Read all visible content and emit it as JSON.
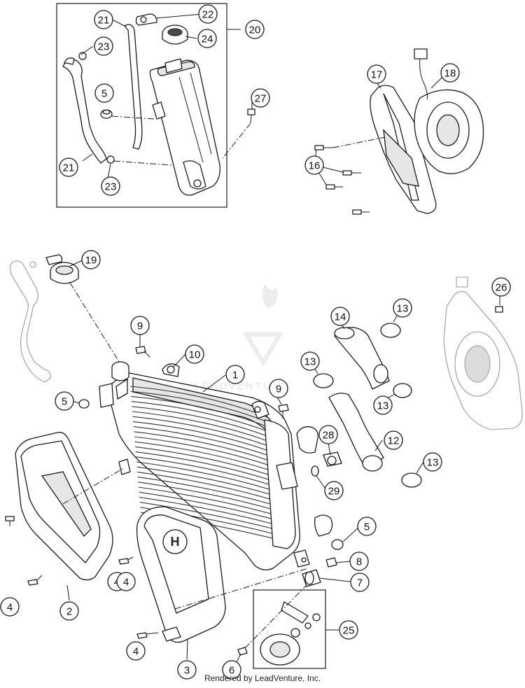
{
  "footer": "Rendered by LeadVenture, Inc.",
  "watermark": {
    "brand": "LEADVENTURE"
  },
  "badge_letter": "H",
  "callouts": [
    "1",
    "2",
    "3",
    "4",
    "4",
    "4",
    "4",
    "5",
    "5",
    "5",
    "6",
    "7",
    "8",
    "9",
    "9",
    "10",
    "12",
    "13",
    "13",
    "13",
    "13",
    "14",
    "16",
    "17",
    "18",
    "19",
    "20",
    "21",
    "21",
    "22",
    "23",
    "23",
    "24",
    "25",
    "26",
    "27",
    "28",
    "29"
  ]
}
